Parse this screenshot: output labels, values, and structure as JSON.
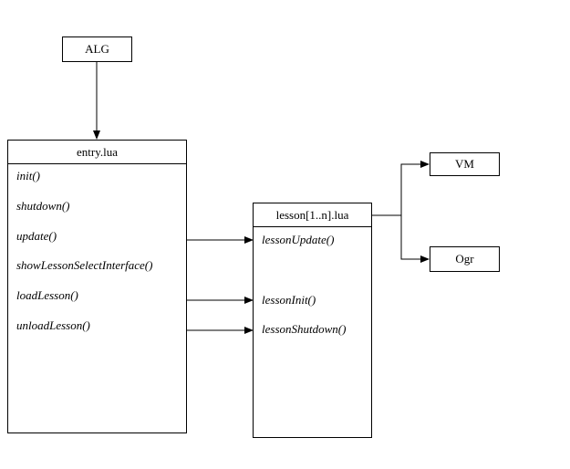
{
  "alg": {
    "label": "ALG"
  },
  "entry": {
    "title": "entry.lua",
    "methods": [
      "init()",
      "shutdown()",
      "update()",
      "showLessonSelectInterface()",
      "loadLesson()",
      "unloadLesson()"
    ]
  },
  "lesson": {
    "title": "lesson[1..n].lua",
    "methods": [
      "lessonUpdate()",
      "lessonInit()",
      "lessonShutdown()"
    ]
  },
  "vm": {
    "label": "VM"
  },
  "ogr": {
    "label": "Ogr"
  }
}
